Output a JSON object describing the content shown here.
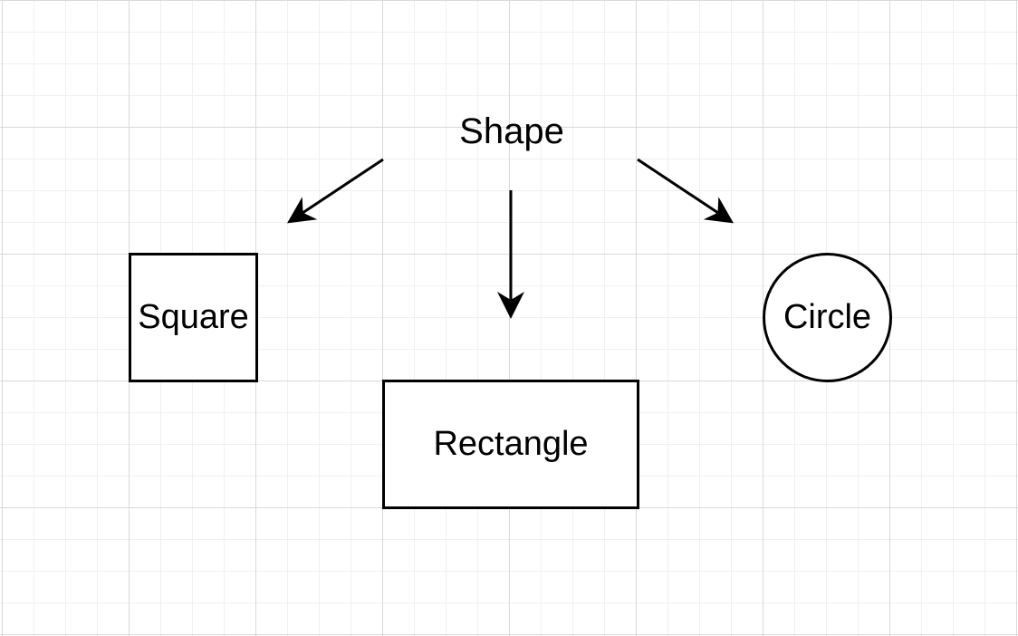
{
  "diagram": {
    "root": {
      "label": "Shape"
    },
    "children": [
      {
        "id": "square",
        "label": "Square",
        "shape": "square"
      },
      {
        "id": "rectangle",
        "label": "Rectangle",
        "shape": "rectangle"
      },
      {
        "id": "circle",
        "label": "Circle",
        "shape": "circle"
      }
    ],
    "edges": [
      {
        "from": "Shape",
        "to": "Square"
      },
      {
        "from": "Shape",
        "to": "Rectangle"
      },
      {
        "from": "Shape",
        "to": "Circle"
      }
    ],
    "colors": {
      "stroke": "#000000",
      "fill": "#ffffff",
      "grid_major": "#d9d9d9",
      "grid_minor": "#f0f0f0"
    }
  }
}
